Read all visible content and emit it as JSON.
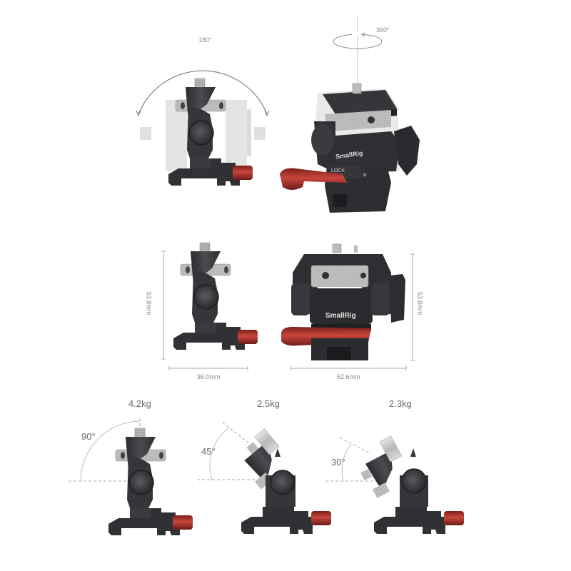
{
  "figure": {
    "type": "product-dimension-diagram",
    "colors": {
      "body": "#3a3b3e",
      "body_dark": "#2a2b2e",
      "body_light": "#55575b",
      "knurl": "#c9c9c9",
      "lever_red": "#b03a33",
      "ghost": "#d4d4d4",
      "guide_line": "#9a9a9a"
    },
    "top_row": {
      "left_rotation_label": "180°",
      "right_rotation_label": "360°",
      "brand_text": "SmallRig",
      "lock_text": "LOCK"
    },
    "middle_row": {
      "left_height": "53.8mm",
      "left_width": "36.0mm",
      "right_height": "53.8mm",
      "right_width": "52.6mm",
      "brand_text": "SmallRig"
    },
    "bottom_row": [
      {
        "load": "4.2kg",
        "angle": "90°"
      },
      {
        "load": "2.5kg",
        "angle": "45°"
      },
      {
        "load": "2.3kg",
        "angle": "30°"
      }
    ]
  }
}
